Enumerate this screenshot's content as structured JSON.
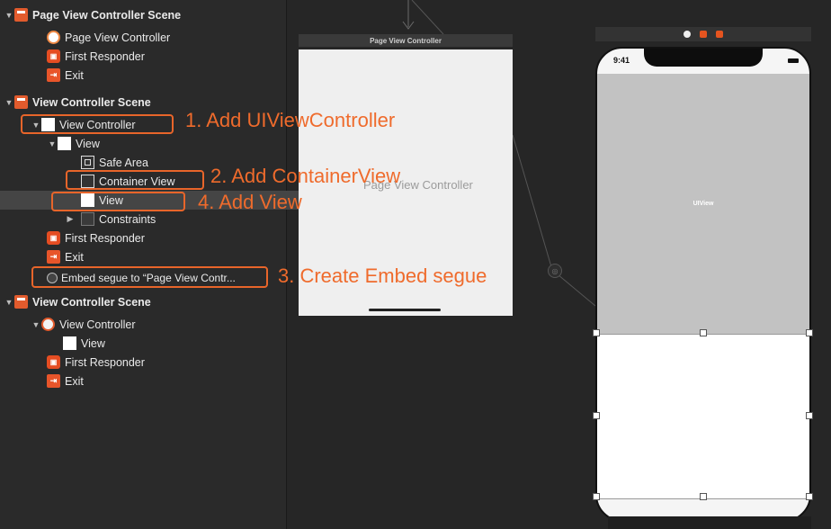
{
  "outline": {
    "rows": [
      {
        "label": "Page View Controller Scene",
        "icon": "scene-icon",
        "bold": true,
        "disclosure": "down"
      },
      {
        "label": "Page View Controller",
        "icon": "view-controller-icon"
      },
      {
        "label": "First Responder",
        "icon": "first-responder-icon"
      },
      {
        "label": "Exit",
        "icon": "exit-icon"
      },
      {
        "label": "View Controller Scene",
        "icon": "scene-icon",
        "bold": true,
        "disclosure": "down"
      },
      {
        "label": "View Controller",
        "icon": "view-controller-icon",
        "disclosure": "down"
      },
      {
        "label": "View",
        "icon": "view-icon",
        "disclosure": "down"
      },
      {
        "label": "Safe Area",
        "icon": "safe-area-icon"
      },
      {
        "label": "Container View",
        "icon": "container-view-icon"
      },
      {
        "label": "View",
        "icon": "view-icon",
        "selected": true
      },
      {
        "label": "Constraints",
        "icon": "constraints-icon",
        "disclosure": "right"
      },
      {
        "label": "First Responder",
        "icon": "first-responder-icon"
      },
      {
        "label": "Exit",
        "icon": "exit-icon"
      },
      {
        "label": "Embed segue to “Page View Contr...",
        "icon": "segue-icon"
      },
      {
        "label": "View Controller Scene",
        "icon": "scene-icon",
        "bold": true,
        "disclosure": "down"
      },
      {
        "label": "View Controller",
        "icon": "view-controller-icon",
        "disclosure": "down"
      },
      {
        "label": "View",
        "icon": "view-icon"
      },
      {
        "label": "First Responder",
        "icon": "first-responder-icon"
      },
      {
        "label": "Exit",
        "icon": "exit-icon"
      }
    ]
  },
  "annotations": {
    "step1": "1. Add UIViewController",
    "step2": "2. Add ContainerView",
    "step3": "3. Create Embed segue",
    "step4": "4. Add View",
    "color": "#e8652a"
  },
  "canvas": {
    "page_view_controller_title": "Page View Controller",
    "page_view_controller_label": "Page View Controller",
    "phone_time": "9:41",
    "uiview_label": "UIView"
  }
}
